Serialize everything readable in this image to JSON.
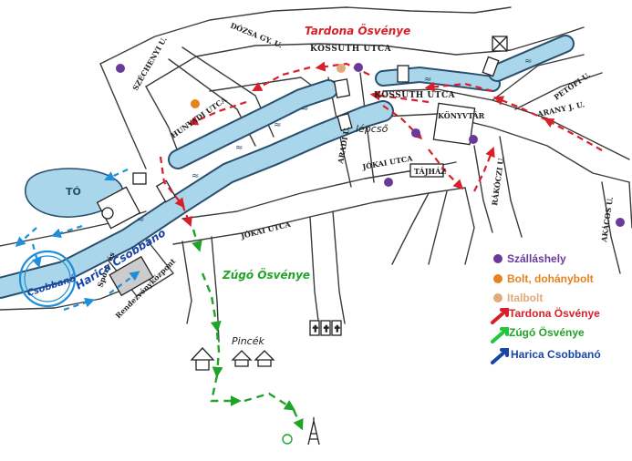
{
  "streets": {
    "dozsa": "DÓZSA GY. U.",
    "kossuth_top": "KOSSUTH UTCA",
    "kossuth_mid": "KOSSUTH UTCA",
    "szechenyi": "SZÉCHENYI U.",
    "hunyadi": "HUNYADI UTCA",
    "arany": "ARANY J. U.",
    "petofi": "PETŐFI U.",
    "jokai_mid": "JÓKAI UTCA",
    "jokai_low": "JÓKAI UTCA",
    "aradi": "ARADI U.",
    "rakoczi": "RÁKÓCZI U.",
    "akacos": "AKÁCOS U.",
    "konyvtar": "KÖNYVTÁR",
    "tajhaz": "TÁJHÁZ",
    "lepcso": "lépcső",
    "to": "TÓ",
    "sport1": "Sport- és",
    "sport2": "Rendezvényközpont",
    "pincek": "Pincék",
    "csobbano": "Csobbanó"
  },
  "trails": {
    "tardona": "Tardona Ösvénye",
    "zugo": "Zúgó Ösvénye",
    "harica": "Harica Csobbanó"
  },
  "legend": [
    {
      "label": "Szálláshely",
      "color": "#6a3a9a",
      "icon": "purple-dot-icon"
    },
    {
      "label": "Bolt, dohánybolt",
      "color": "#e6821e",
      "icon": "orange-dot-icon"
    },
    {
      "label": "Italbolt",
      "color": "#e2a97a",
      "icon": "tan-dot-icon"
    },
    {
      "label": "Tardona Ösvénye",
      "color": "#d8202a",
      "icon": "red-arrow-icon"
    },
    {
      "label": "Zúgó Ösvénye",
      "color": "#20a428",
      "icon": "green-arrow-icon"
    },
    {
      "label": "Harica Csobbanó",
      "color": "#1846a8",
      "icon": "blue-arrow-icon"
    }
  ],
  "colors": {
    "stream": "#a9d6ea",
    "stream_stroke": "#2a4f6e",
    "tardona": "#d8202a",
    "zugo": "#20a428",
    "harica": "#1e8fd8",
    "accommodation": "#6a3a9a",
    "shop": "#e6821e",
    "bar": "#e2a97a"
  }
}
